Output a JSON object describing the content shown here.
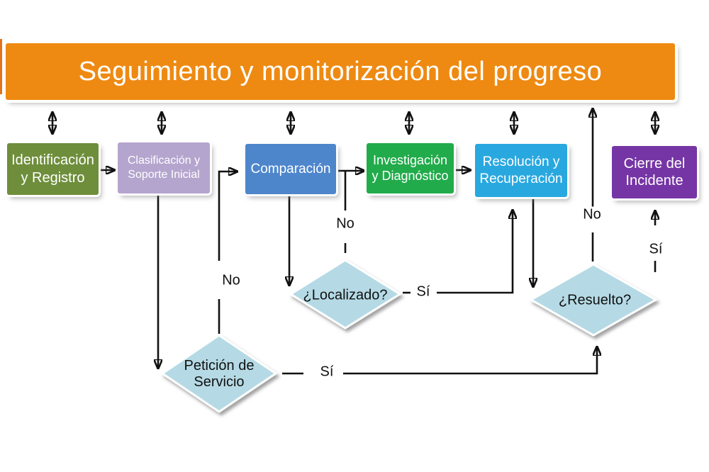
{
  "banner": {
    "title": "Seguimiento y monitorización del progreso",
    "color": "#EE8A12"
  },
  "nodes": {
    "identificacion": {
      "label": "Identificación y Registro",
      "color": "#6E8E3B"
    },
    "clasificacion": {
      "label": "Clasificación y Soporte Inicial",
      "color": "#B4A5CE"
    },
    "comparacion": {
      "label": "Comparación",
      "color": "#4E86CC"
    },
    "investigacion": {
      "label": "Investigación y Diagnóstico",
      "color": "#21AB4B"
    },
    "resolucion": {
      "label": "Resolución y Recuperación",
      "color": "#29A8E0"
    },
    "cierre": {
      "label": "Cierre del Incidente",
      "color": "#7635A5"
    }
  },
  "decisions": {
    "localizado": {
      "label": "¿Localizado?",
      "fill": "#B5DAE5"
    },
    "resuelto": {
      "label": "¿Resuelto?",
      "fill": "#B5DAE5"
    },
    "peticion": {
      "label": "Petición de Servicio",
      "fill": "#B5DAE5"
    }
  },
  "edge_labels": {
    "localizado_no": "No",
    "localizado_si": "Sí",
    "peticion_no": "No",
    "peticion_si": "Sí",
    "resuelto_no": "No",
    "resuelto_si": "Sí"
  },
  "palette": {
    "line": "#111111",
    "banner_orange": "#EE8A12",
    "edge_sliver_orange": "#E2731C",
    "diamond_blue": "#B5DAE5",
    "box_text": "#FFFFFF",
    "background": "#FFFFFF"
  }
}
